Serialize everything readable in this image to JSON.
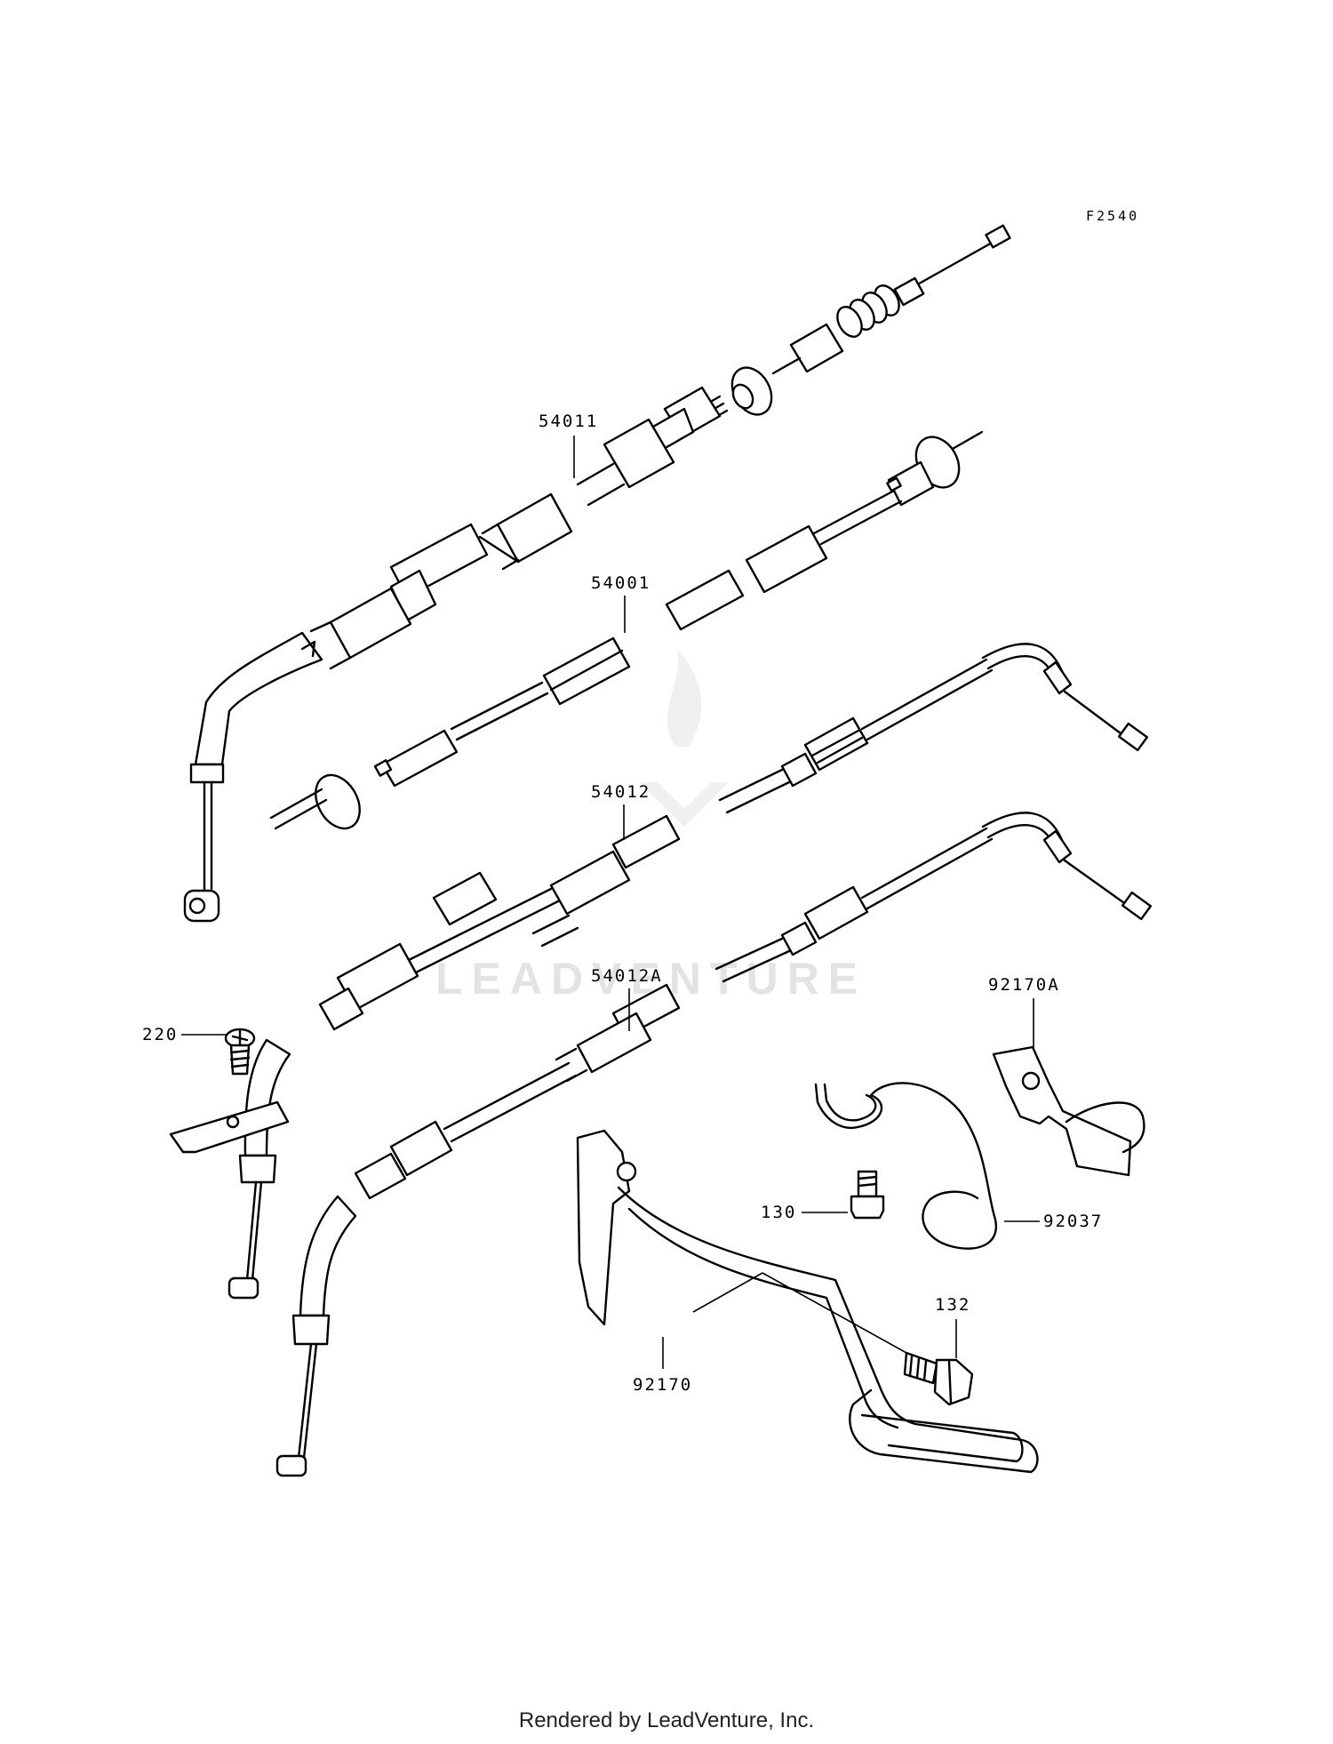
{
  "figure_code": "F2540",
  "watermark": "LEADVENTURE",
  "footer": "Rendered by LeadVenture, Inc.",
  "parts": [
    {
      "id": "54011"
    },
    {
      "id": "54001"
    },
    {
      "id": "54012"
    },
    {
      "id": "54012A"
    },
    {
      "id": "220"
    },
    {
      "id": "92170A"
    },
    {
      "id": "92037"
    },
    {
      "id": "130"
    },
    {
      "id": "132"
    },
    {
      "id": "92170"
    }
  ]
}
